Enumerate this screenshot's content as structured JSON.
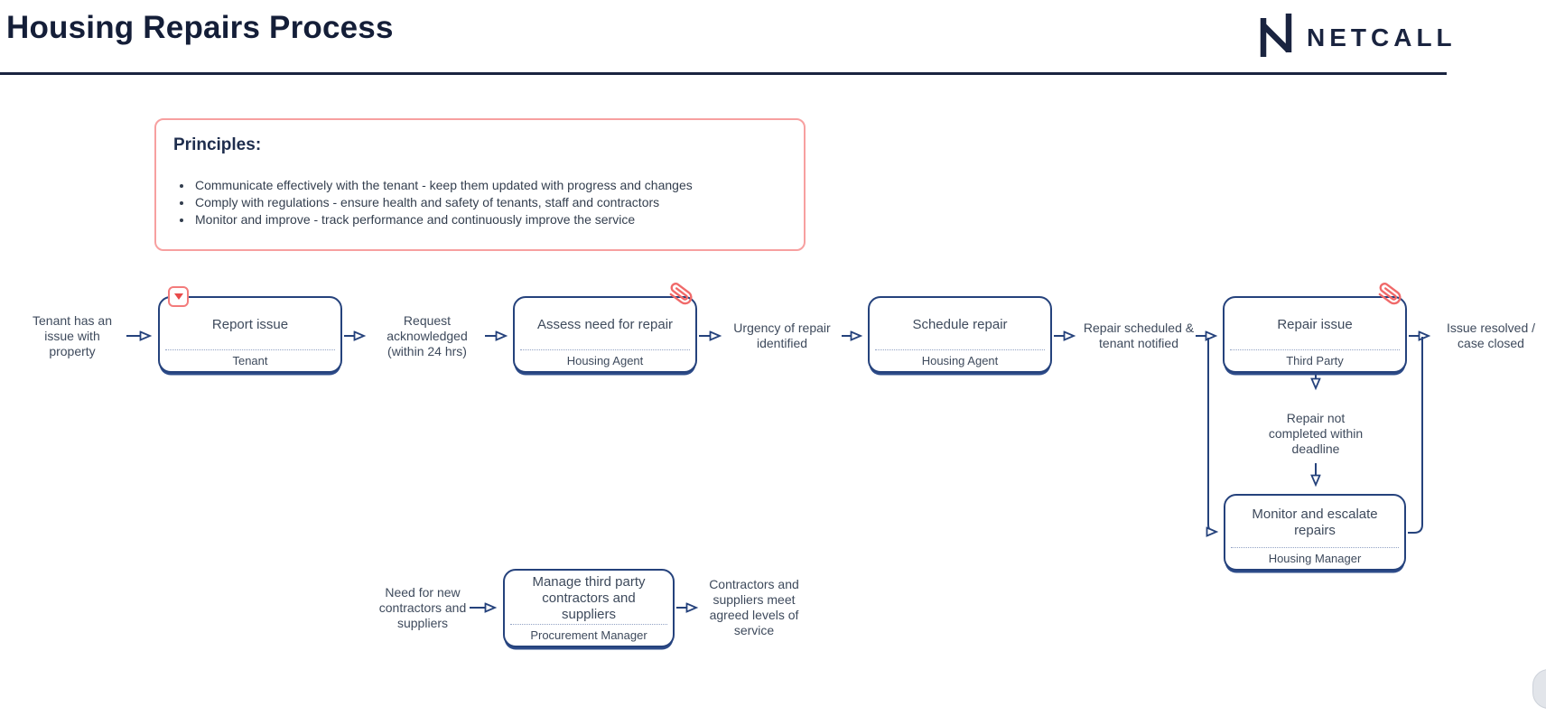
{
  "header": {
    "title": "Housing Repairs Process",
    "brand": "NETCALL",
    "brand_icon": "netcall-n-logo"
  },
  "principles": {
    "heading": "Principles:",
    "items": [
      "Communicate effectively with the tenant - keep them updated with progress and changes",
      "Comply with regulations - ensure health and safety of tenants, staff and contractors",
      "Monitor and improve - track performance and continuously improve the service"
    ]
  },
  "diagram": {
    "steps": [
      {
        "label": "Report issue",
        "role": "Tenant"
      },
      {
        "label": "Assess need for repair",
        "role": "Housing Agent"
      },
      {
        "label": "Schedule repair",
        "role": "Housing Agent"
      },
      {
        "label": "Repair issue",
        "role": "Third Party"
      },
      {
        "label": "Monitor and escalate repairs",
        "role": "Housing Manager"
      },
      {
        "label": "Manage third party contractors and suppliers",
        "role": "Procurement Manager"
      }
    ],
    "events": {
      "start": "Tenant has an issue with property",
      "acknowledged": "Request acknowledged (within 24 hrs)",
      "urgency": "Urgency of repair identified",
      "scheduled": "Repair scheduled & tenant notified",
      "resolved": "Issue resolved / case closed",
      "not_completed": "Repair not completed within deadline",
      "need_contractors": "Need for new contractors and suppliers",
      "sla_met": "Contractors and suppliers meet agreed levels of service"
    },
    "icons": {
      "report_marker": "dropdown-triangle-icon",
      "assess_attachment": "paperclip-icon",
      "repair_attachment": "paperclip-icon"
    }
  },
  "colors": {
    "navy_line": "#25427c",
    "header_ink": "#141e38",
    "body_text": "#3e4a5c",
    "salmon_border": "#f7a0a0",
    "accent_red": "#e84b4b",
    "paperclip_red": "#f06969"
  }
}
